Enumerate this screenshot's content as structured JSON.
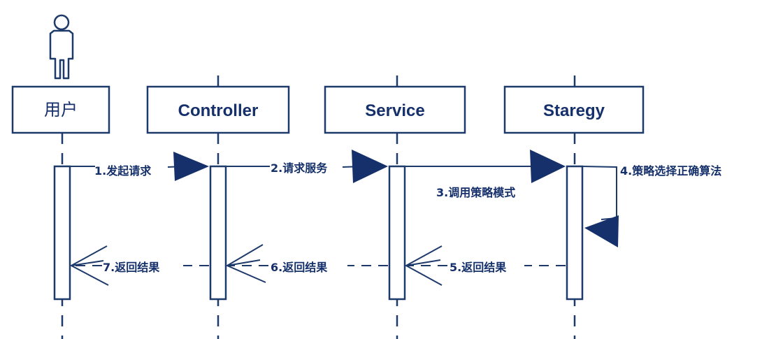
{
  "colors": {
    "ink": "#15306a",
    "line": "#1d3a6b",
    "background": "#ffffff"
  },
  "actor": {
    "icon": "stick-figure-icon"
  },
  "participants": [
    {
      "label": "用户"
    },
    {
      "label": "Controller"
    },
    {
      "label": "Service"
    },
    {
      "label": "Staregy"
    }
  ],
  "messages": [
    {
      "label": "1.发起请求",
      "style": "solid",
      "arrow": "filled"
    },
    {
      "label": "2.请求服务",
      "style": "solid",
      "arrow": "filled"
    },
    {
      "label": "3.调用策略模式",
      "style": "solid",
      "arrow": "filled"
    },
    {
      "label": "4.策略选择正确算法",
      "style": "self",
      "arrow": "filled"
    },
    {
      "label": "5.返回结果",
      "style": "dashed",
      "arrow": "open"
    },
    {
      "label": "6.返回结果",
      "style": "dashed",
      "arrow": "open"
    },
    {
      "label": "7.返回结果",
      "style": "dashed",
      "arrow": "open"
    }
  ]
}
